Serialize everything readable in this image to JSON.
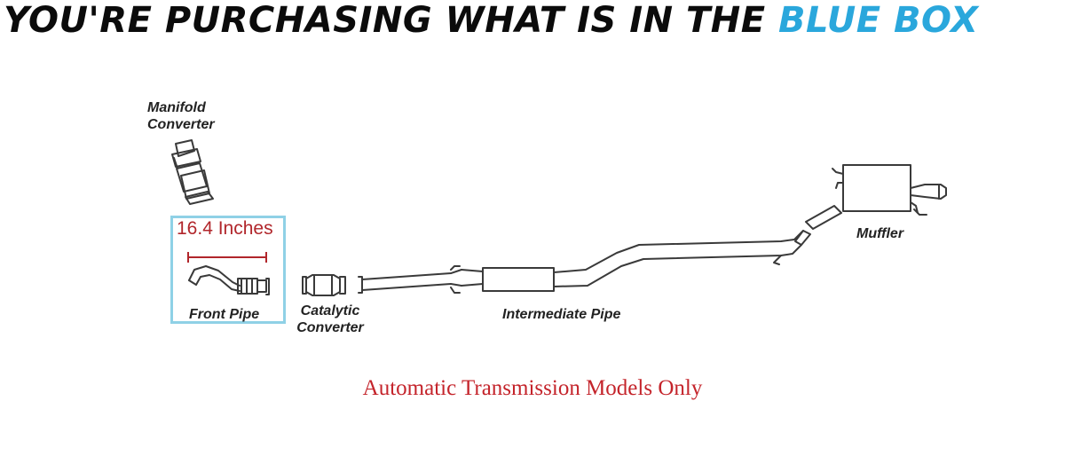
{
  "headline": {
    "text": "YOU'RE PURCHASING WHAT IS IN THE ",
    "accent": "BLUE BOX"
  },
  "parts": {
    "manifold_converter": "Manifold\nConverter",
    "front_pipe": "Front Pipe",
    "catalytic_converter": "Catalytic\nConverter",
    "intermediate_pipe": "Intermediate Pipe",
    "muffler": "Muffler"
  },
  "measurement": "16.4 Inches",
  "footnote": "Automatic Transmission Models Only",
  "colors": {
    "accent": "#2aa7dc",
    "box": "#8fd1e6",
    "measure": "#b1262b",
    "footnote": "#c4242b"
  }
}
